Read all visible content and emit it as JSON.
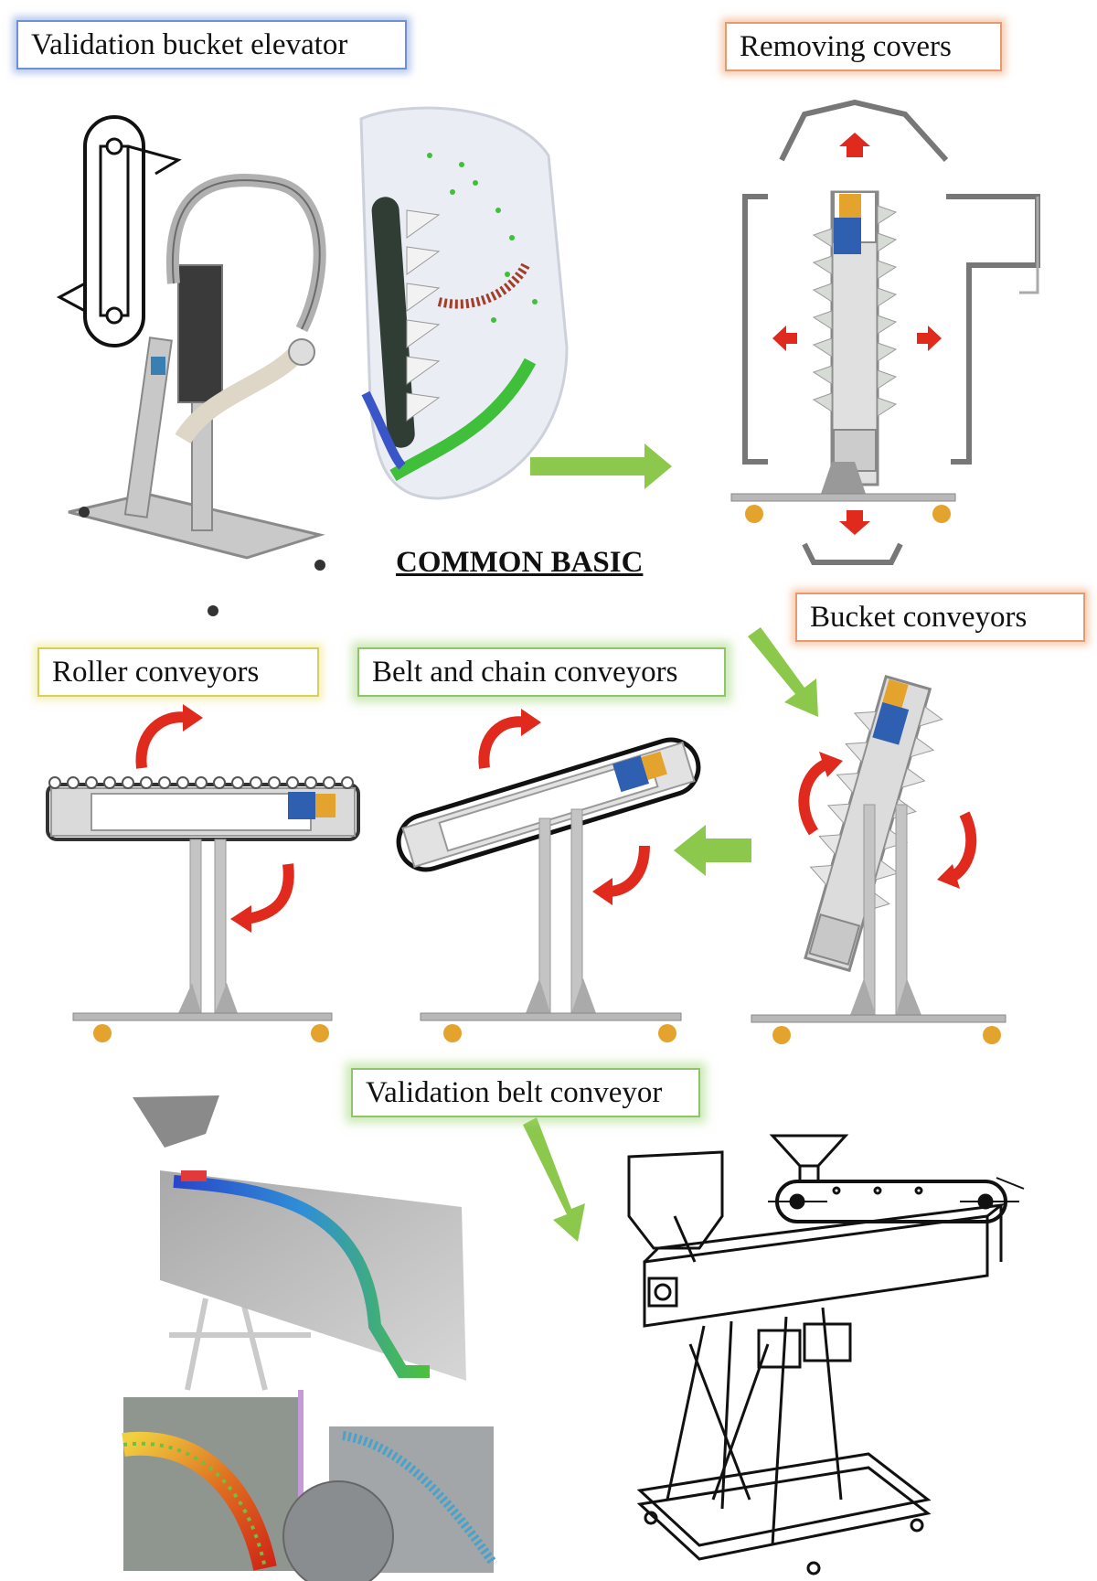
{
  "labels": {
    "validation_bucket_elevator": "Validation bucket elevator",
    "removing_covers": "Removing covers",
    "common_basic": "COMMON BASIC",
    "bucket_conveyors": "Bucket conveyors",
    "roller_conveyors": "Roller conveyors",
    "belt_and_chain_conveyors": "Belt and chain conveyors",
    "validation_belt_conveyor": "Validation belt conveyor"
  },
  "colors": {
    "red_arrow": "#e02a1e",
    "green_arrow": "#8cc84b",
    "frame_grey": "#b8b8b8",
    "motor_blue": "#2f5fb0",
    "gear_orange": "#e3a32c",
    "box_blue": "#6f8fd6",
    "box_orange": "#e69a6d",
    "box_yellow": "#d8cf5a",
    "box_green": "#8fc56a"
  }
}
